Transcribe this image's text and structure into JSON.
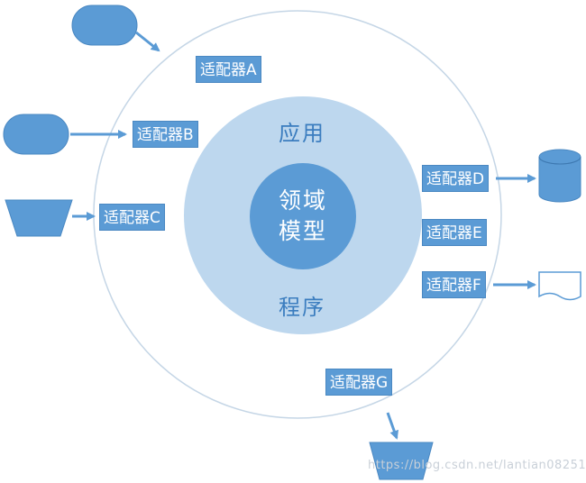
{
  "diagram": {
    "core": {
      "line1": "领域",
      "line2": "模型"
    },
    "ring": {
      "top": "应用",
      "bottom": "程序"
    },
    "adapters": {
      "a": "适配器A",
      "b": "适配器B",
      "c": "适配器C",
      "d": "适配器D",
      "e": "适配器E",
      "f": "适配器F",
      "g": "适配器G"
    }
  },
  "watermark": "https://blog.csdn.net/lantian08251",
  "colors": {
    "outer_stroke": "#c5d6e6",
    "ring_fill": "#bdd7ee",
    "core_fill": "#5b9bd5",
    "shape_fill": "#5b9bd5",
    "arrow": "#5b9bd5",
    "label_text": "#3b7dbf"
  }
}
